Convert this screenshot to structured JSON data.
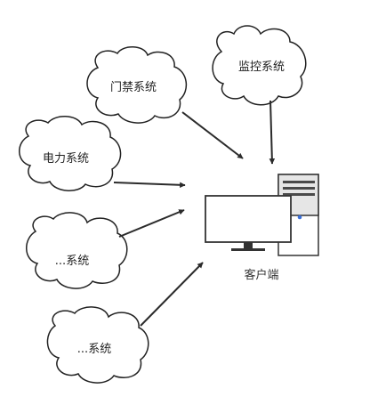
{
  "systems": [
    {
      "id": "monitor",
      "label": "监控系统"
    },
    {
      "id": "access",
      "label": "门禁系统"
    },
    {
      "id": "power",
      "label": "电力系统"
    },
    {
      "id": "etc1",
      "label": "...系统"
    },
    {
      "id": "etc2",
      "label": "...系统"
    }
  ],
  "client": {
    "label": "客户端"
  }
}
